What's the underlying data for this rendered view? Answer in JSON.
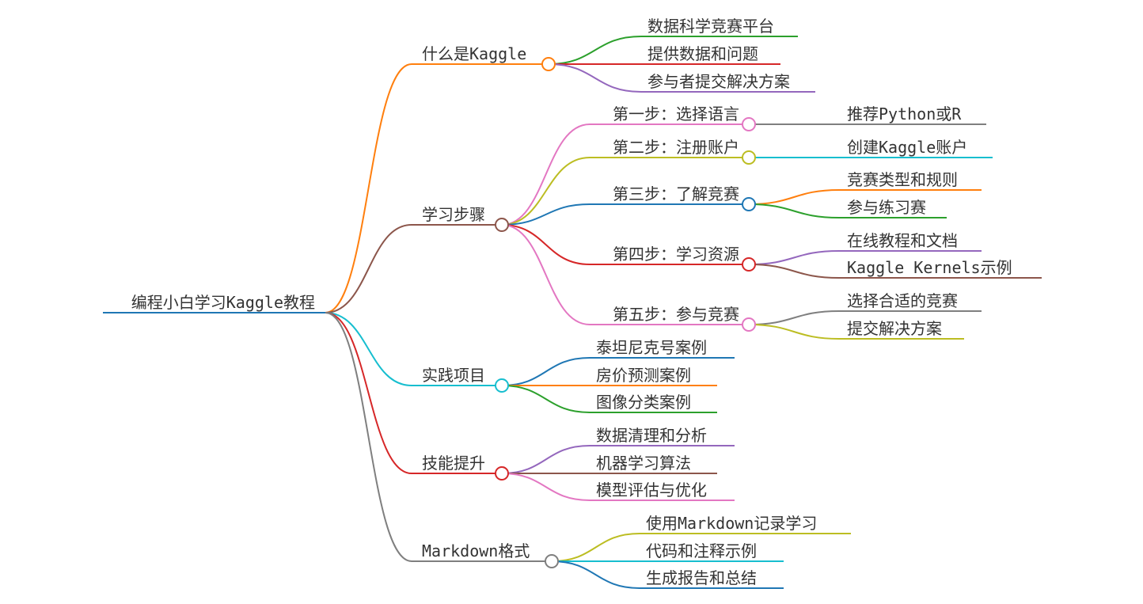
{
  "root": {
    "label": "编程小白学习Kaggle教程",
    "color": "#1f77b4"
  },
  "branches": [
    {
      "label": "什么是Kaggle",
      "color": "#ff7f0e",
      "children": [
        {
          "label": "数据科学竞赛平台",
          "color": "#2ca02c",
          "children": []
        },
        {
          "label": "提供数据和问题",
          "color": "#d62728",
          "children": []
        },
        {
          "label": "参与者提交解决方案",
          "color": "#9467bd",
          "children": []
        }
      ]
    },
    {
      "label": "学习步骤",
      "color": "#8c564b",
      "children": [
        {
          "label": "第一步：选择语言",
          "color": "#e377c2",
          "children": [
            {
              "label": "推荐Python或R",
              "color": "#7f7f7f"
            }
          ]
        },
        {
          "label": "第二步：注册账户",
          "color": "#bcbd22",
          "children": [
            {
              "label": "创建Kaggle账户",
              "color": "#17becf"
            }
          ]
        },
        {
          "label": "第三步：了解竞赛",
          "color": "#1f77b4",
          "children": [
            {
              "label": "竞赛类型和规则",
              "color": "#ff7f0e"
            },
            {
              "label": "参与练习赛",
              "color": "#2ca02c"
            }
          ]
        },
        {
          "label": "第四步：学习资源",
          "color": "#d62728",
          "children": [
            {
              "label": "在线教程和文档",
              "color": "#9467bd"
            },
            {
              "label": "Kaggle Kernels示例",
              "color": "#8c564b"
            }
          ]
        },
        {
          "label": "第五步：参与竞赛",
          "color": "#e377c2",
          "children": [
            {
              "label": "选择合适的竞赛",
              "color": "#7f7f7f"
            },
            {
              "label": "提交解决方案",
              "color": "#bcbd22"
            }
          ]
        }
      ]
    },
    {
      "label": "实践项目",
      "color": "#17becf",
      "children": [
        {
          "label": "泰坦尼克号案例",
          "color": "#1f77b4",
          "children": []
        },
        {
          "label": "房价预测案例",
          "color": "#ff7f0e",
          "children": []
        },
        {
          "label": "图像分类案例",
          "color": "#2ca02c",
          "children": []
        }
      ]
    },
    {
      "label": "技能提升",
      "color": "#d62728",
      "children": [
        {
          "label": "数据清理和分析",
          "color": "#9467bd",
          "children": []
        },
        {
          "label": "机器学习算法",
          "color": "#8c564b",
          "children": []
        },
        {
          "label": "模型评估与优化",
          "color": "#e377c2",
          "children": []
        }
      ]
    },
    {
      "label": "Markdown格式",
      "color": "#7f7f7f",
      "children": [
        {
          "label": "使用Markdown记录学习",
          "color": "#bcbd22",
          "children": []
        },
        {
          "label": "代码和注释示例",
          "color": "#17becf",
          "children": []
        },
        {
          "label": "生成报告和总结",
          "color": "#1f77b4",
          "children": []
        }
      ]
    }
  ]
}
